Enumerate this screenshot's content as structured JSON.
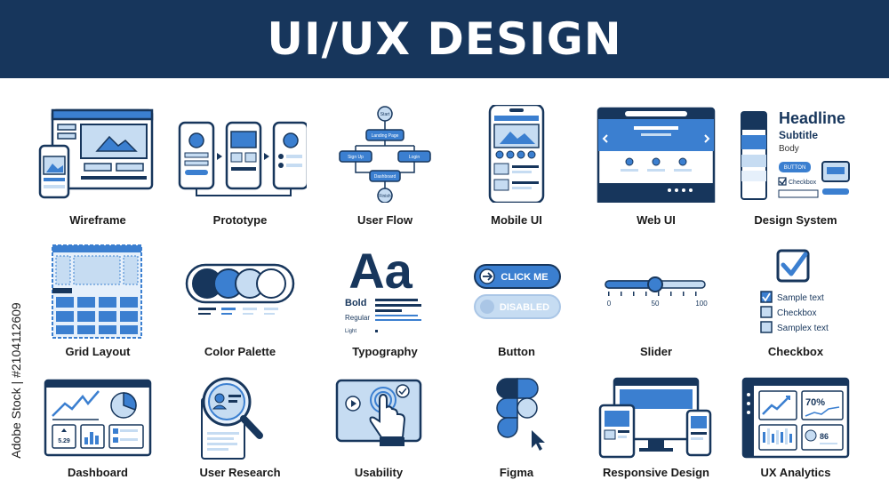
{
  "title": "UI/UX DESIGN",
  "side_text": "Adobe Stock | #2104112609",
  "colors": {
    "navy": "#17365c",
    "blue": "#3b7fd0",
    "light": "#c6dcf2",
    "pale": "#e6f0fb"
  },
  "items": [
    {
      "label": "Wireframe",
      "icon": "wireframe-icon"
    },
    {
      "label": "Prototype",
      "icon": "prototype-icon"
    },
    {
      "label": "User Flow",
      "icon": "user-flow-icon"
    },
    {
      "label": "Mobile UI",
      "icon": "mobile-ui-icon"
    },
    {
      "label": "Web UI",
      "icon": "web-ui-icon"
    },
    {
      "label": "Design System",
      "icon": "design-system-icon"
    },
    {
      "label": "Grid Layout",
      "icon": "grid-layout-icon"
    },
    {
      "label": "Color Palette",
      "icon": "color-palette-icon"
    },
    {
      "label": "Typography",
      "icon": "typography-icon"
    },
    {
      "label": "Button",
      "icon": "button-icon"
    },
    {
      "label": "Slider",
      "icon": "slider-icon"
    },
    {
      "label": "Checkbox",
      "icon": "checkbox-icon"
    },
    {
      "label": "Dashboard",
      "icon": "dashboard-icon"
    },
    {
      "label": "User Research",
      "icon": "user-research-icon"
    },
    {
      "label": "Usability",
      "icon": "usability-icon"
    },
    {
      "label": "Figma",
      "icon": "figma-icon"
    },
    {
      "label": "Responsive Design",
      "icon": "responsive-design-icon"
    },
    {
      "label": "UX Analytics",
      "icon": "ux-analytics-icon"
    }
  ],
  "userflow": {
    "start": "Start",
    "landing": "Landing Page",
    "signup": "Sign Up",
    "login": "Login",
    "dashboard": "Dashboard",
    "finish": "Finish"
  },
  "designsystem": {
    "headline": "Headline",
    "subtitle": "Subtitle",
    "body": "Body",
    "button": "BUTTON",
    "checkbox": "Checkbox"
  },
  "typography": {
    "glyph": "Aa",
    "bold": "Bold",
    "regular": "Regular",
    "light": "Light"
  },
  "buttons": {
    "primary": "CLICK ME",
    "disabled": "DISABLED"
  },
  "slider": {
    "min": "0",
    "mid": "50",
    "max": "100",
    "value": 50
  },
  "checkboxes": [
    {
      "text": "Sample text",
      "checked": true
    },
    {
      "text": "Checkbox",
      "checked": false
    },
    {
      "text": "Samplex text",
      "checked": false
    }
  ],
  "dashboard": {
    "value": "5.29"
  },
  "analytics": {
    "percent": "70%",
    "value": "86"
  }
}
